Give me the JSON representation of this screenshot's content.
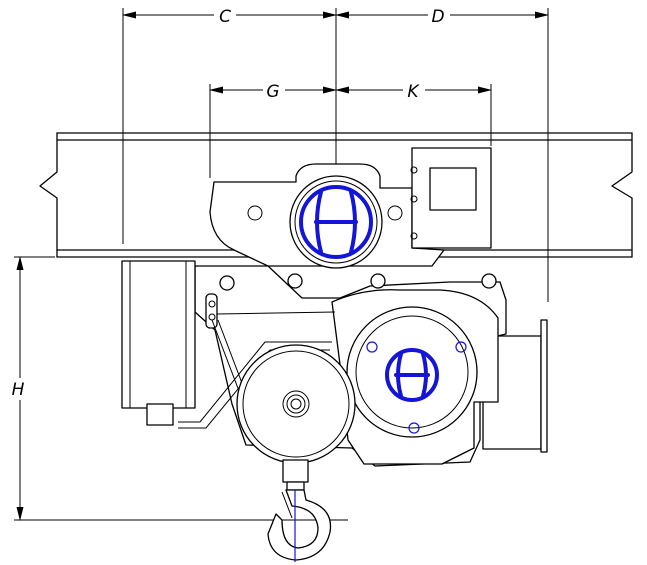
{
  "dimensions": {
    "c": "C",
    "d": "D",
    "g": "G",
    "k": "K",
    "h": "H"
  },
  "colors": {
    "line": "#000000",
    "wheel_symbol": "#1515d6",
    "hook_centerline": "#1515d6",
    "background": "#ffffff"
  },
  "icons": {
    "drive_wheel": "h-wheel-symbol",
    "gear_wheel": "h-wheel-symbol",
    "hook": "crane-hook"
  }
}
